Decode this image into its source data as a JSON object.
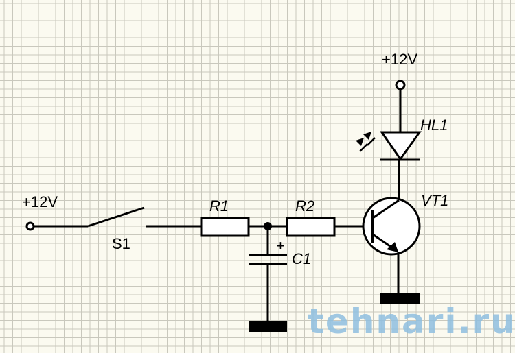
{
  "labels": {
    "supply_left": "+12V",
    "supply_top": "+12V",
    "switch": "S1",
    "r1": "R1",
    "r2": "R2",
    "c1": "C1",
    "c1_polarity": "+",
    "led": "HL1",
    "transistor": "VT1"
  },
  "watermark": "tehnari.ru",
  "colors": {
    "background": "#fbfaf0",
    "grid": "#c9c8bd",
    "wire": "#000000",
    "watermark": "#8fbfe0"
  }
}
